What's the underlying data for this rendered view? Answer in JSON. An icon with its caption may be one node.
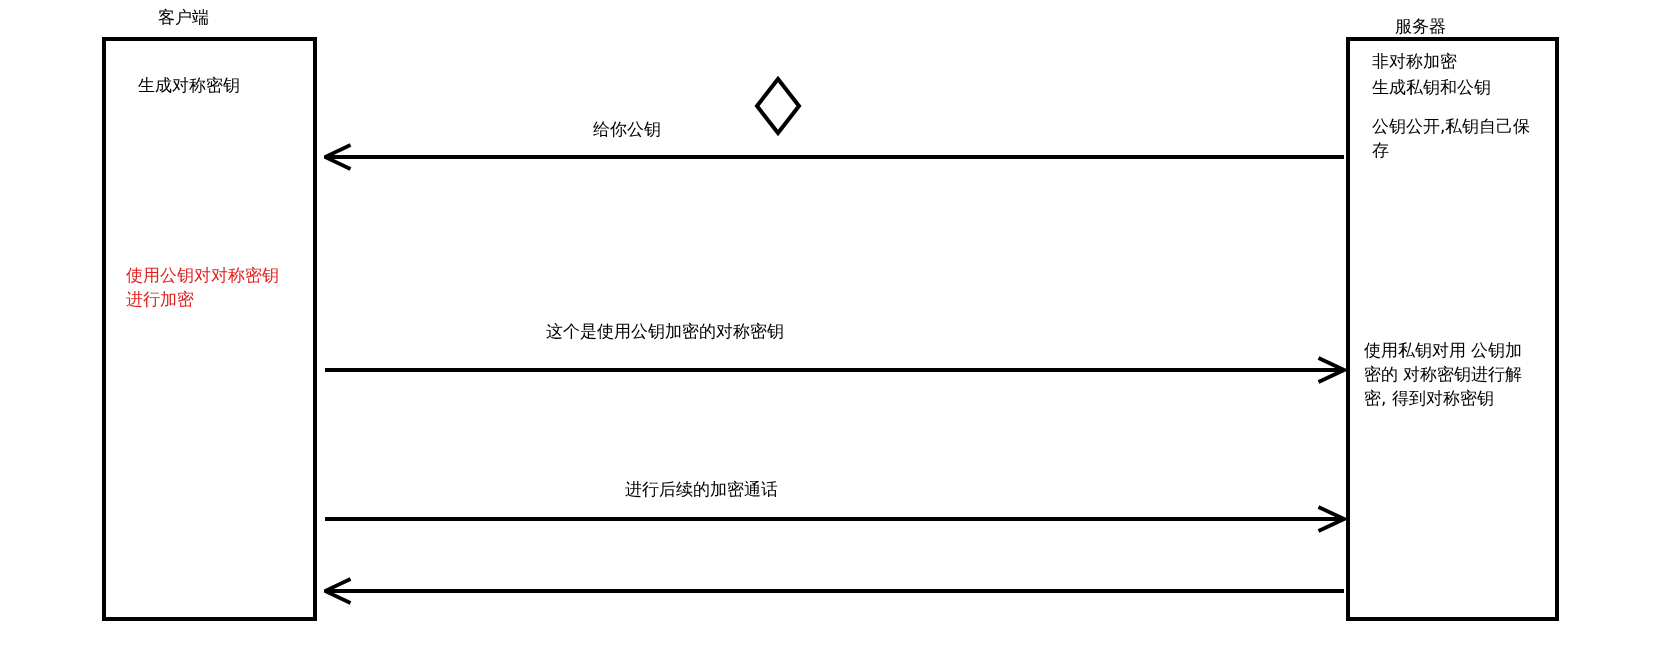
{
  "diagram": {
    "nodes": [
      {
        "text": [
          "客户端",
          "生成对称密钥",
          "使用公钥对对称密钥进行加密"
        ]
      },
      {
        "text": [
          "服务器",
          "非对称加密",
          "生成私钥和公钥",
          "公钥公开,私钥自己保存",
          "使用私钥对用 公钥加密的 对称密钥进行解密, 得到对称密钥"
        ]
      },
      {
        "text": [],
        "shape": "diamond"
      }
    ],
    "edges": [
      {
        "from": 1,
        "to": 0,
        "arrow": "to",
        "label": "给你公钥"
      },
      {
        "from": 0,
        "to": 1,
        "arrow": "to",
        "label": "这个是使用公钥加密的对称密钥"
      },
      {
        "from": 0,
        "to": 1,
        "arrow": "to",
        "label": "进行后续的加密通话"
      },
      {
        "from": 1,
        "to": 0,
        "arrow": "to"
      }
    ]
  }
}
